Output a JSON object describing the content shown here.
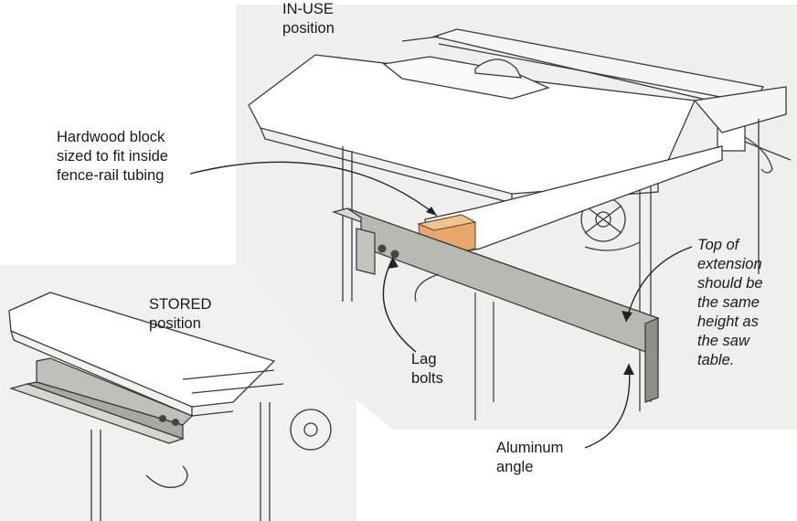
{
  "labels": {
    "in_use": "IN-USE\nposition",
    "hardwood": "Hardwood block\nsized to fit inside\nfence-rail tubing",
    "stored": "STORED\nposition",
    "top_of_extension": "Top of\nextension\nshould be\nthe same\nheight as\nthe saw\ntable.",
    "lag_bolts": "Lag\nbolts",
    "aluminum": "Aluminum\nangle"
  },
  "colors": {
    "line": "#3a3a3a",
    "aluminum": "#b9b9b4",
    "aluminum_dark": "#8f8f8a",
    "hardwood": "#e8a86a",
    "background_panel": "#ececea"
  }
}
